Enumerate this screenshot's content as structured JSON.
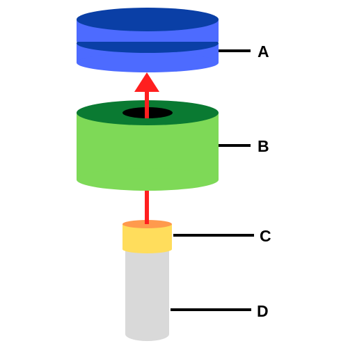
{
  "labels": {
    "a": "A",
    "b": "B",
    "c": "C",
    "d": "D"
  },
  "colors": {
    "disk_side": "#4d6bff",
    "disk_top": "#0a3fa6",
    "ring_side": "#7ed957",
    "ring_top": "#0a7a32",
    "cap_side": "#ffdd5c",
    "cap_top": "#ff9a4d",
    "rod": "#d9d9d9",
    "arrow": "#ff1f1f",
    "leader": "#000000"
  }
}
